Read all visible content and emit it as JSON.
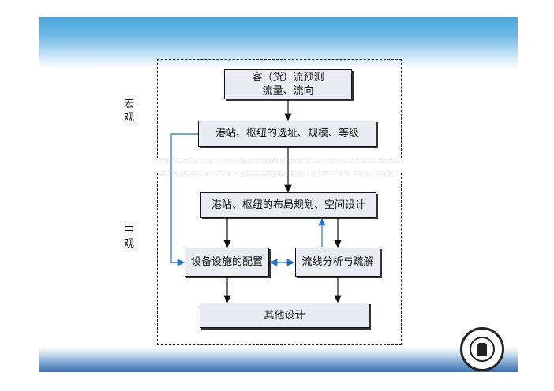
{
  "labels": {
    "macro": "宏观",
    "meso": "中观"
  },
  "boxes": {
    "forecast_line1": "客（货）流预测",
    "forecast_line2": "流量、流向",
    "siting": "港站、枢纽的选址、规模、等级",
    "layout": "港站、枢纽的布局规划、空间设计",
    "equipment": "设备设施的配置",
    "flow": "流线分析与疏解",
    "other": "其他设计"
  },
  "colors": {
    "blue_arrow": "#1f74c0",
    "box_fill": "#e9edf3"
  }
}
